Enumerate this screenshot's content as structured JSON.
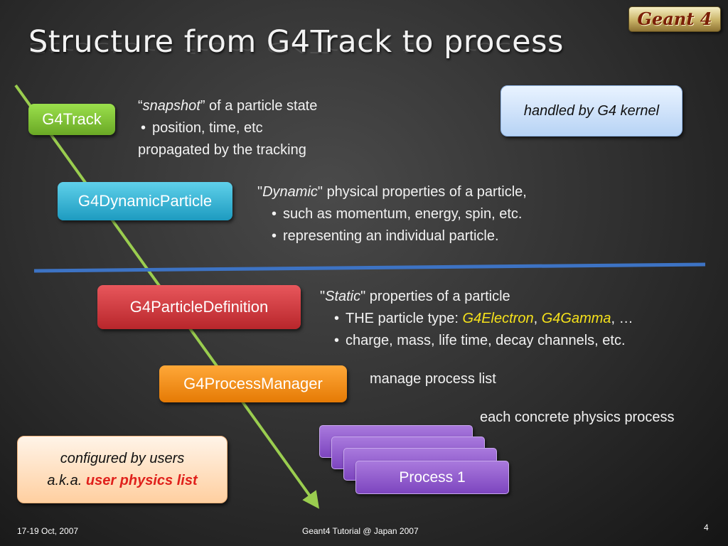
{
  "slide": {
    "title": "Structure from G4Track to process",
    "logo_text": "Geant 4",
    "boxes": {
      "g4track": "G4Track",
      "dynamic_particle": "G4DynamicParticle",
      "particle_definition": "G4ParticleDefinition",
      "process_manager": "G4ProcessManager",
      "process1": "Process 1"
    },
    "descriptions": {
      "track": {
        "quote_open": "“",
        "italic": "snapshot",
        "rest": "” of a particle state",
        "bullet": "position, time, etc",
        "line3": "propagated by the tracking"
      },
      "dynamic": {
        "quote_open": "\"",
        "italic": "Dynamic",
        "rest": "\" physical properties of a particle,",
        "bullets": [
          "such as momentum, energy, spin, etc.",
          "representing an individual particle."
        ]
      },
      "static": {
        "quote_open": "\"",
        "italic": "Static",
        "rest": "\" properties of a particle",
        "bullet1_prefix": "THE particle type: ",
        "bullet1_a": "G4Electron",
        "bullet1_sep": ", ",
        "bullet1_b": "G4Gamma",
        "bullet1_suffix": ", …",
        "bullet2": "charge, mass, life time, decay channels, etc."
      },
      "process_manager": "manage process list",
      "process": "each concrete physics process"
    },
    "notes": {
      "kernel": "handled by G4 kernel",
      "users_line1": "configured by users",
      "users_prefix": "a.k.a. ",
      "users_highlight": "user physics list"
    },
    "footer": {
      "date": "17-19 Oct, 2007",
      "event": "Geant4 Tutorial @ Japan 2007",
      "page": "4"
    },
    "colors": {
      "arrow": "#9acd4f",
      "divider": "#3d73c4",
      "user_list_highlight": "#e0201b"
    }
  }
}
